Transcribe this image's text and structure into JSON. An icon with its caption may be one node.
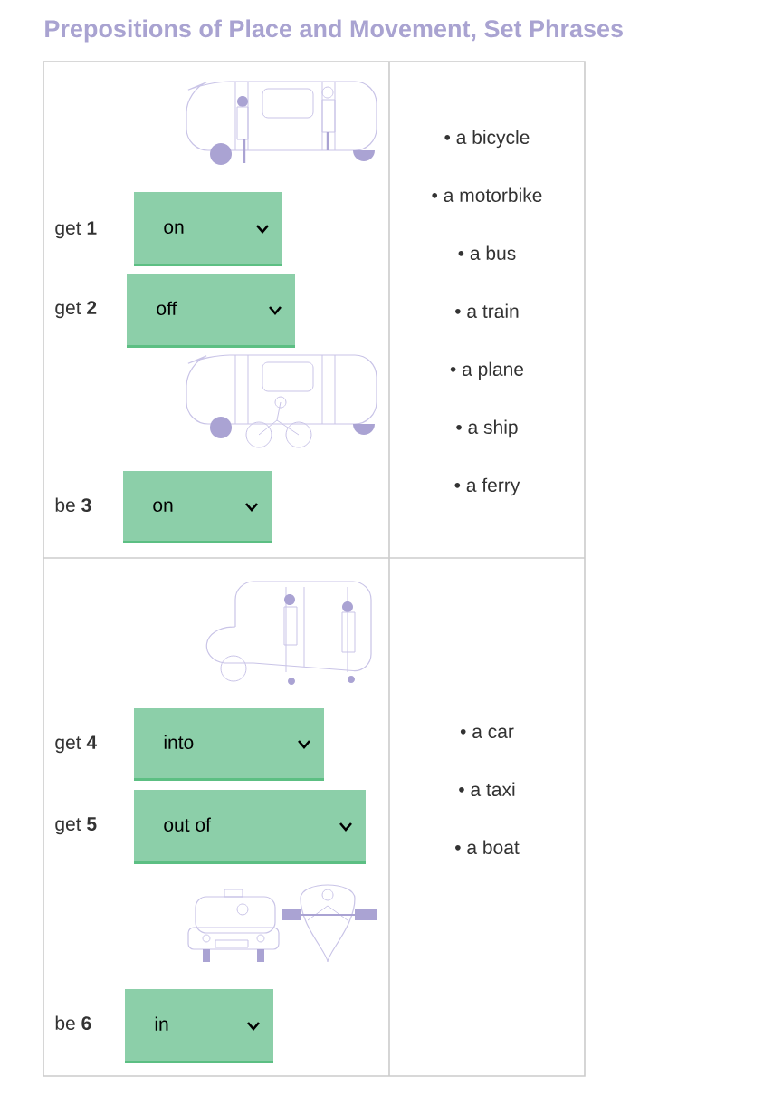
{
  "diagram": {
    "title": "Prepositions of Place and Movement, Set Phrases",
    "labels": [
      "get **1**",
      "on",
      "get **2**",
      "off",
      "be **3**",
      "on",
      "• a bicycle",
      "• a motorbike",
      "• a bus",
      "• a train",
      "• a plane",
      "• a ship",
      "• a ferry",
      "get **4**",
      "into",
      "get **5**",
      "out of",
      "be **6**",
      "in",
      "• a car",
      "• a taxi",
      "• a boat"
    ]
  }
}
